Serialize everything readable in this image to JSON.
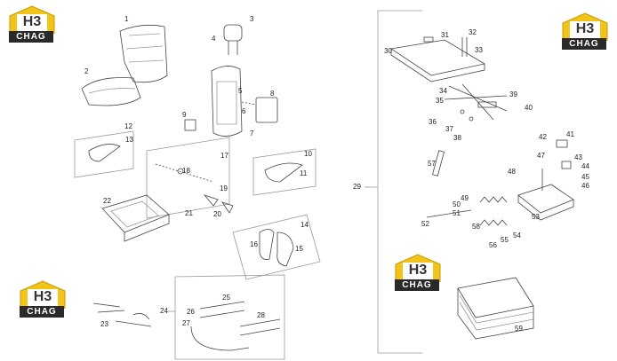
{
  "logo": {
    "mark": "H3",
    "badge": "CHAG",
    "color": "#f0c419"
  },
  "labels": {
    "l1": "1",
    "l2": "2",
    "l3": "3",
    "l4": "4",
    "l5": "5",
    "l6": "6",
    "l7": "7",
    "l8": "8",
    "l9": "9",
    "l10": "10",
    "l11": "11",
    "l12": "12",
    "l13": "13",
    "l14": "14",
    "l15": "15",
    "l16": "16",
    "l17": "17",
    "l18": "18",
    "l19": "19",
    "l20": "20",
    "l21": "21",
    "l22": "22",
    "l23": "23",
    "l24": "24",
    "l25": "25",
    "l26": "26",
    "l27": "27",
    "l28": "28",
    "l29": "29",
    "l30": "30",
    "l31": "31",
    "l32": "32",
    "l33": "33",
    "l34": "34",
    "l35": "35",
    "l36": "36",
    "l37": "37",
    "l38": "38",
    "l39": "39",
    "l40": "40",
    "l41": "41",
    "l42": "42",
    "l43": "43",
    "l44": "44",
    "l45": "45",
    "l46": "46",
    "l47": "47",
    "l48": "48",
    "l49": "49",
    "l50": "50",
    "l51": "51",
    "l52": "52",
    "l53": "53",
    "l54": "54",
    "l55": "55",
    "l56": "56",
    "l57": "57",
    "l58": "58",
    "l59": "59"
  }
}
